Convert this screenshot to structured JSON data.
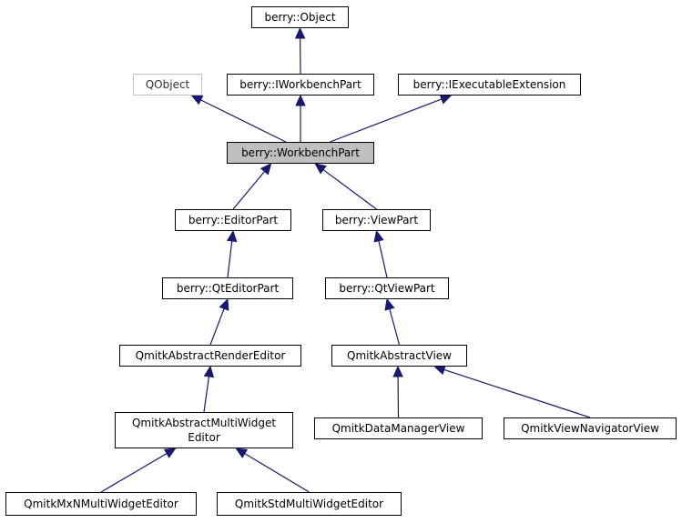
{
  "nodes": [
    {
      "id": "object",
      "label": "berry::Object",
      "kind": "normal"
    },
    {
      "id": "qobject",
      "label": "QObject",
      "kind": "external"
    },
    {
      "id": "iworkbenchpart",
      "label": "berry::IWorkbenchPart",
      "kind": "normal"
    },
    {
      "id": "iexecutableextension",
      "label": "berry::IExecutableExtension",
      "kind": "normal"
    },
    {
      "id": "workbenchpart",
      "label": "berry::WorkbenchPart",
      "kind": "current"
    },
    {
      "id": "editorpart",
      "label": "berry::EditorPart",
      "kind": "normal"
    },
    {
      "id": "viewpart",
      "label": "berry::ViewPart",
      "kind": "normal"
    },
    {
      "id": "qteditorpart",
      "label": "berry::QtEditorPart",
      "kind": "normal"
    },
    {
      "id": "qtviewpart",
      "label": "berry::QtViewPart",
      "kind": "normal"
    },
    {
      "id": "abstractrendereditor",
      "label": "QmitkAbstractRenderEditor",
      "kind": "normal"
    },
    {
      "id": "abstractview",
      "label": "QmitkAbstractView",
      "kind": "normal"
    },
    {
      "id": "abstractmultiwidgeteditor",
      "label_line1": "QmitkAbstractMultiWidget",
      "label_line2": "Editor",
      "kind": "normal"
    },
    {
      "id": "datamanagerview",
      "label": "QmitkDataManagerView",
      "kind": "normal"
    },
    {
      "id": "viewnavigatorview",
      "label": "QmitkViewNavigatorView",
      "kind": "normal"
    },
    {
      "id": "mxnmultiwidgeteditor",
      "label": "QmitkMxNMultiWidgetEditor",
      "kind": "normal"
    },
    {
      "id": "stdmultiwidgeteditor",
      "label": "QmitkStdMultiWidgetEditor",
      "kind": "normal"
    }
  ],
  "edges": [
    {
      "from": "iworkbenchpart",
      "to": "object"
    },
    {
      "from": "workbenchpart",
      "to": "qobject"
    },
    {
      "from": "workbenchpart",
      "to": "iworkbenchpart"
    },
    {
      "from": "workbenchpart",
      "to": "iexecutableextension"
    },
    {
      "from": "editorpart",
      "to": "workbenchpart"
    },
    {
      "from": "viewpart",
      "to": "workbenchpart"
    },
    {
      "from": "qteditorpart",
      "to": "editorpart"
    },
    {
      "from": "qtviewpart",
      "to": "viewpart"
    },
    {
      "from": "abstractrendereditor",
      "to": "qteditorpart"
    },
    {
      "from": "abstractview",
      "to": "qtviewpart"
    },
    {
      "from": "abstractmultiwidgeteditor",
      "to": "abstractrendereditor"
    },
    {
      "from": "datamanagerview",
      "to": "abstractview"
    },
    {
      "from": "viewnavigatorview",
      "to": "abstractview"
    },
    {
      "from": "mxnmultiwidgeteditor",
      "to": "abstractmultiwidgeteditor"
    },
    {
      "from": "stdmultiwidgeteditor",
      "to": "abstractmultiwidgeteditor"
    }
  ],
  "colors": {
    "edge": "#191970",
    "node_border": "#000000",
    "external_border": "#bfbfbf",
    "current_fill": "#bfbfbf"
  }
}
